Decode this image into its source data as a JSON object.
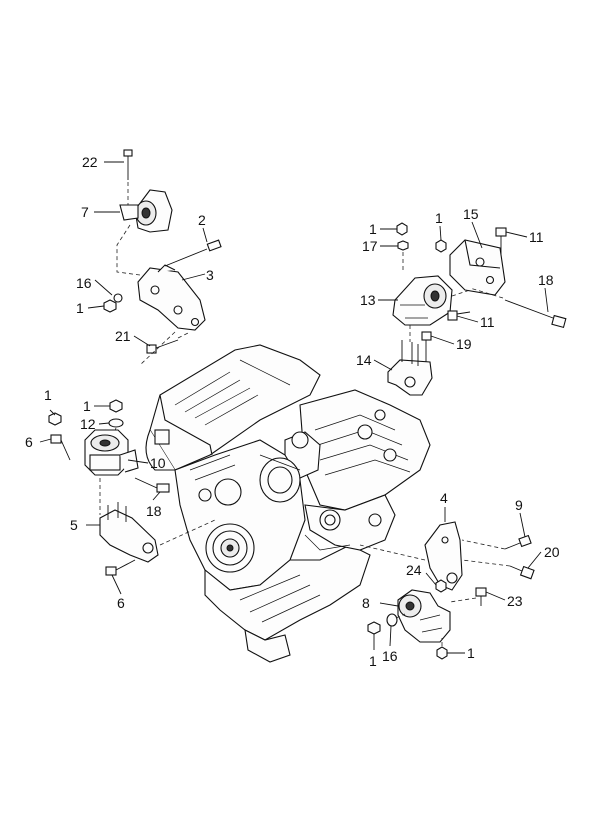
{
  "callouts": {
    "c22": "22",
    "c7": "7",
    "c2": "2",
    "c3": "3",
    "c16a": "16",
    "c1a": "1",
    "c21": "21",
    "c1b": "1",
    "c17": "17",
    "c1c": "1",
    "c15": "15",
    "c11a": "11",
    "c13": "13",
    "c18a": "18",
    "c11b": "11",
    "c14": "14",
    "c19": "19",
    "c1d": "1",
    "c1e": "1",
    "c12": "12",
    "c6a": "6",
    "c10": "10",
    "c18b": "18",
    "c5": "5",
    "c6b": "6",
    "c4": "4",
    "c9": "9",
    "c20": "20",
    "c24": "24",
    "c23": "23",
    "c8": "8",
    "c1f": "1",
    "c16b": "16",
    "c1g": "1"
  },
  "colors": {
    "line": "#111111",
    "background": "#ffffff"
  }
}
